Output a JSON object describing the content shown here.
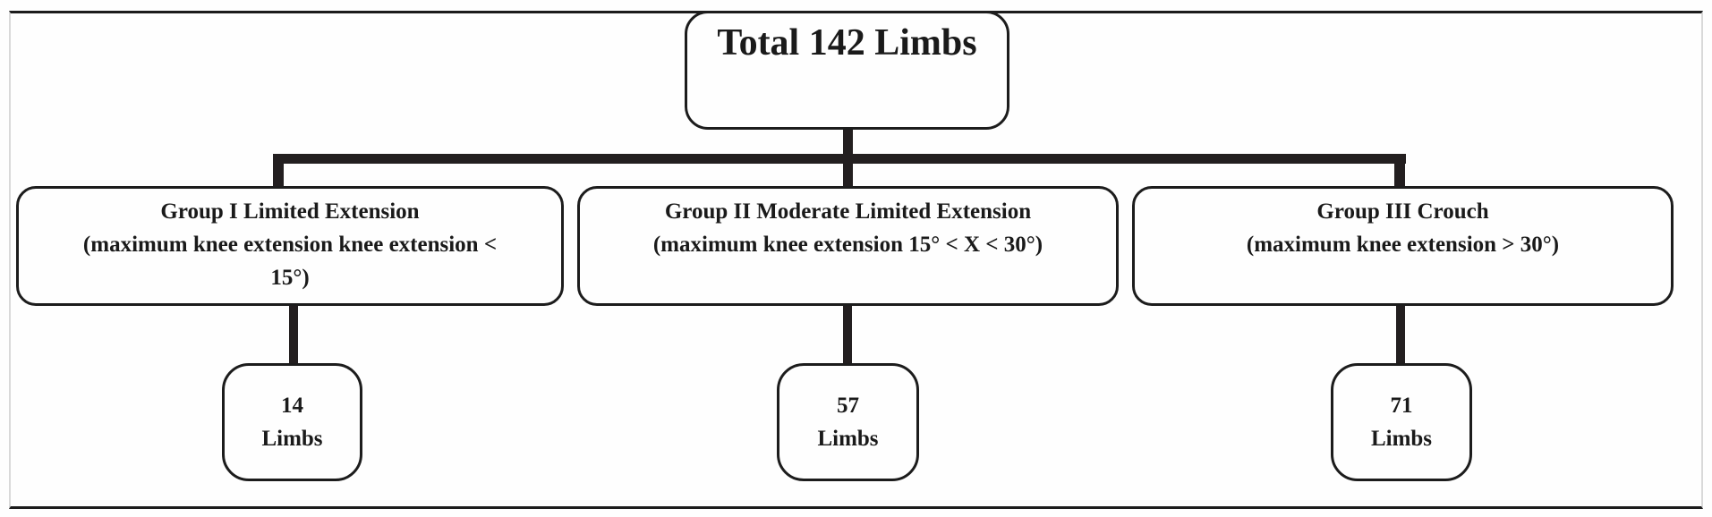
{
  "diagram": {
    "colors": {
      "line": "#1c1c1c",
      "connector": "#231f20",
      "background": "#fefefe"
    },
    "root": {
      "label": "Total 142 Limbs"
    },
    "groups": [
      {
        "title": "Group I Limited Extension",
        "criteria_line1": "(maximum knee extension knee extension <",
        "criteria_line2": "15°)",
        "count": "14",
        "unit": "Limbs"
      },
      {
        "title": "Group II Moderate Limited Extension",
        "criteria_line1": "(maximum knee extension 15° < X < 30°)",
        "count": "57",
        "unit": "Limbs"
      },
      {
        "title": "Group III Crouch",
        "criteria_line1": "(maximum knee extension  > 30°)",
        "count": "71",
        "unit": "Limbs"
      }
    ]
  }
}
